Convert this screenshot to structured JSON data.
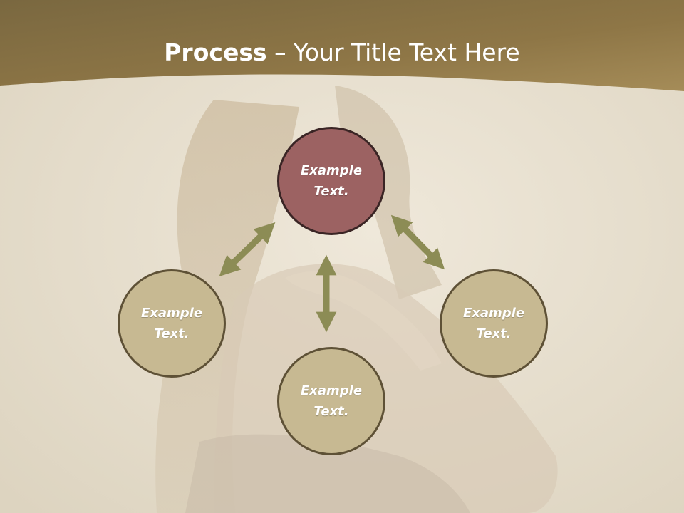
{
  "title": {
    "bold": "Process",
    "dash": " – ",
    "rest": "Your Title Text Here"
  },
  "nodes": {
    "top": "Example Text.",
    "left": "Example Text.",
    "right": "Example Text.",
    "bottom": "Example Text."
  },
  "colors": {
    "header": "#8c7440",
    "background": "#e8e1d2",
    "node_top_fill": "#9c6262",
    "node_fill": "#c7b992",
    "node_border": "#5e5136",
    "node_top_border": "#3a2525",
    "arrow": "#8c8c55"
  }
}
